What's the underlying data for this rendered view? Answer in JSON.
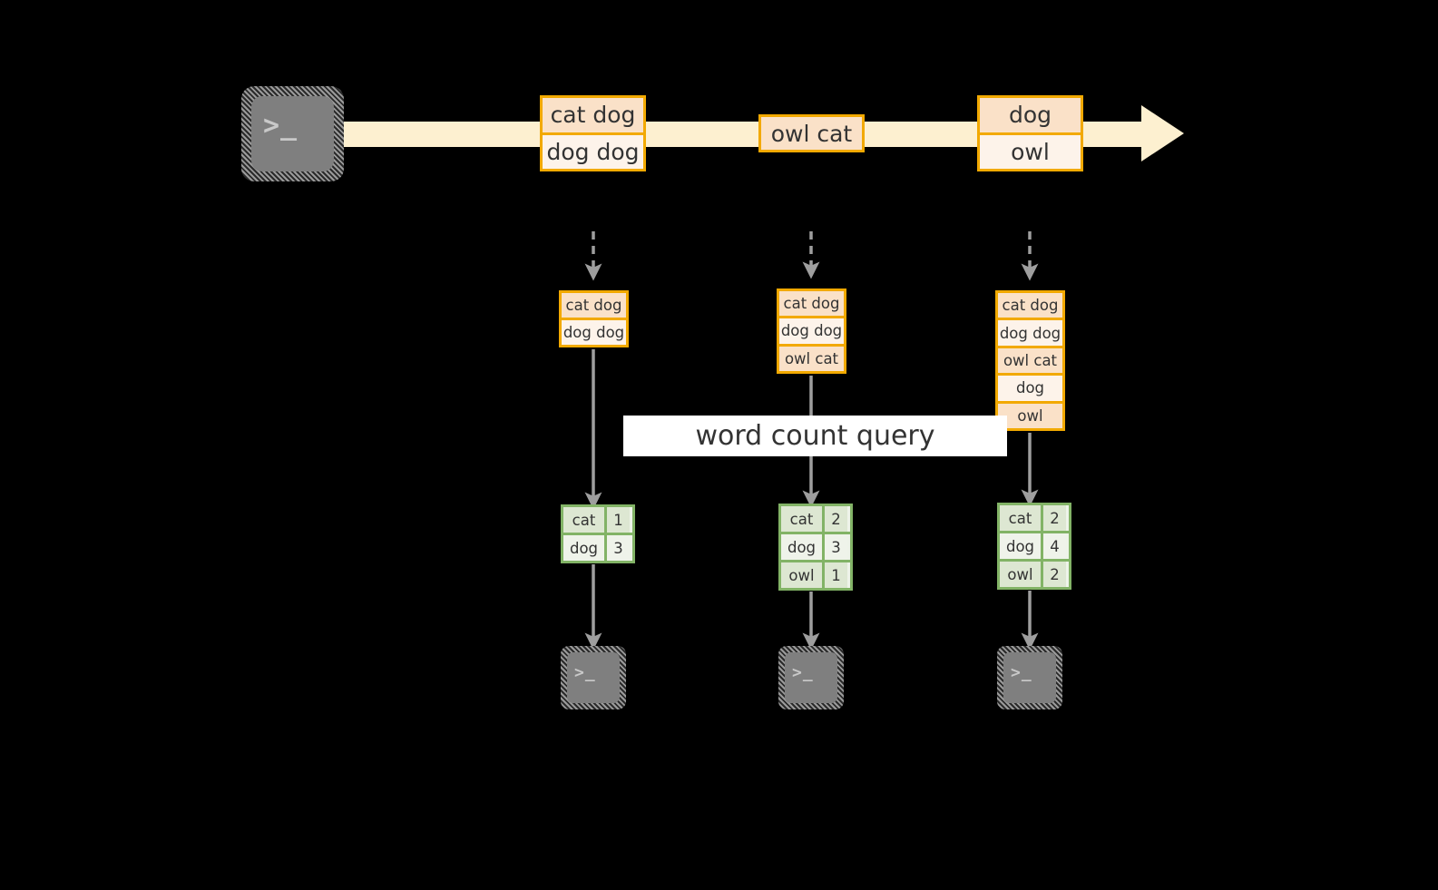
{
  "diagram": {
    "title": "word count query streaming diagram",
    "colors": {
      "background": "#000000",
      "stream_arrow_fill": "#fdf0d0",
      "record_border": "#f2a900",
      "record_fill_dark": "#fae1c8",
      "record_fill_light": "#fdf3ea",
      "result_border": "#82b366",
      "result_fill_dark": "#dde7d2",
      "result_fill_light": "#eff3ea",
      "flow_arrow": "#9e9e9e",
      "terminal_face": "#7f7f7f",
      "label_band": "#ffffff",
      "text": "#333333"
    },
    "source": {
      "icon": "terminal-icon",
      "prompt": ">_"
    },
    "stream": {
      "arrow_icon": "right-arrow-icon",
      "batches": [
        {
          "id": "batch-1",
          "lines": [
            "cat dog",
            "dog dog"
          ]
        },
        {
          "id": "batch-2",
          "lines": [
            "owl cat"
          ]
        },
        {
          "id": "batch-3",
          "lines": [
            "dog",
            "owl"
          ]
        }
      ]
    },
    "query_label": "word count query",
    "columns": [
      {
        "id": "column-1",
        "input_arrow_icon": "dashed-down-arrow-icon",
        "accumulated": [
          "cat dog",
          "dog dog"
        ],
        "process_arrow_icon": "down-arrow-icon",
        "result": {
          "rows": [
            {
              "word": "cat",
              "count": "1"
            },
            {
              "word": "dog",
              "count": "3"
            }
          ]
        },
        "sink_arrow_icon": "down-arrow-icon",
        "sink": {
          "icon": "terminal-icon",
          "prompt": ">_"
        }
      },
      {
        "id": "column-2",
        "input_arrow_icon": "dashed-down-arrow-icon",
        "accumulated": [
          "cat dog",
          "dog dog",
          "owl cat"
        ],
        "process_arrow_icon": "down-arrow-icon",
        "result": {
          "rows": [
            {
              "word": "cat",
              "count": "2"
            },
            {
              "word": "dog",
              "count": "3"
            },
            {
              "word": "owl",
              "count": "1"
            }
          ]
        },
        "sink_arrow_icon": "down-arrow-icon",
        "sink": {
          "icon": "terminal-icon",
          "prompt": ">_"
        }
      },
      {
        "id": "column-3",
        "input_arrow_icon": "dashed-down-arrow-icon",
        "accumulated": [
          "cat dog",
          "dog dog",
          "owl cat",
          "dog",
          "owl"
        ],
        "process_arrow_icon": "down-arrow-icon",
        "result": {
          "rows": [
            {
              "word": "cat",
              "count": "2"
            },
            {
              "word": "dog",
              "count": "4"
            },
            {
              "word": "owl",
              "count": "2"
            }
          ]
        },
        "sink_arrow_icon": "down-arrow-icon",
        "sink": {
          "icon": "terminal-icon",
          "prompt": ">_"
        }
      }
    ]
  }
}
